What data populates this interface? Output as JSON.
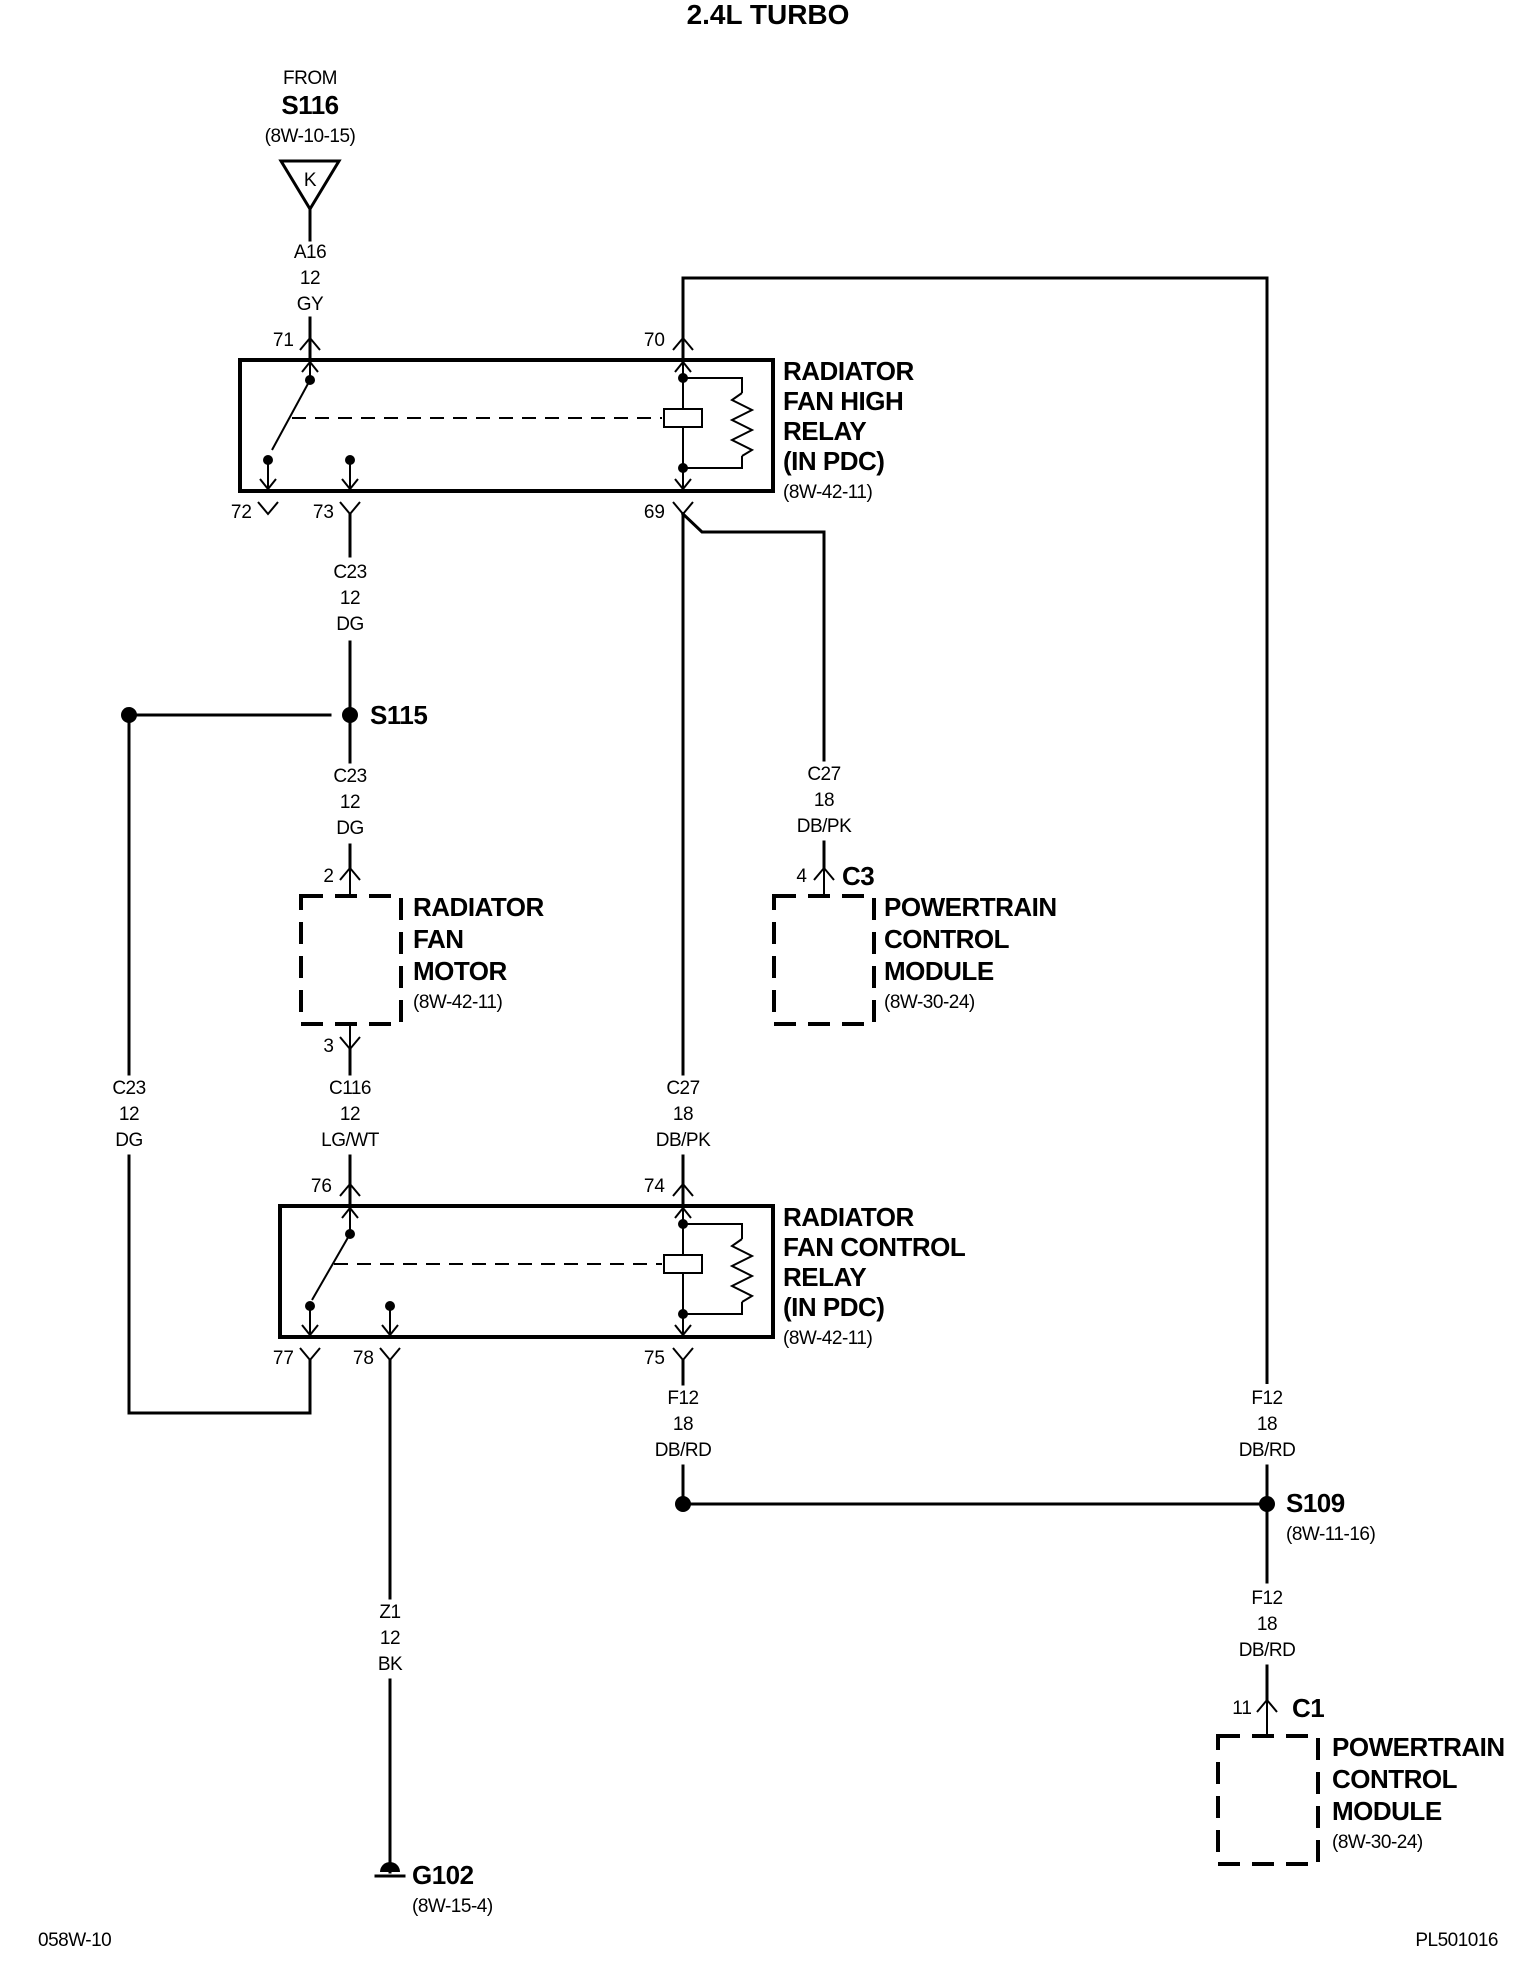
{
  "title": "2.4L TURBO",
  "from_block": {
    "from": "FROM",
    "splice": "S116",
    "ref": "(8W-10-15)",
    "connector_letter": "K"
  },
  "wires": {
    "a16": {
      "circuit": "A16",
      "gauge": "12",
      "color": "GY"
    },
    "c23_top": {
      "circuit": "C23",
      "gauge": "12",
      "color": "DG"
    },
    "c23_mid": {
      "circuit": "C23",
      "gauge": "12",
      "color": "DG"
    },
    "c23_left": {
      "circuit": "C23",
      "gauge": "12",
      "color": "DG"
    },
    "c27_right": {
      "circuit": "C27",
      "gauge": "18",
      "color": "DB/PK"
    },
    "c27_center": {
      "circuit": "C27",
      "gauge": "18",
      "color": "DB/PK"
    },
    "c116": {
      "circuit": "C116",
      "gauge": "12",
      "color": "LG/WT"
    },
    "f12_left": {
      "circuit": "F12",
      "gauge": "18",
      "color": "DB/RD"
    },
    "f12_right_top": {
      "circuit": "F12",
      "gauge": "18",
      "color": "DB/RD"
    },
    "f12_right_bottom": {
      "circuit": "F12",
      "gauge": "18",
      "color": "DB/RD"
    },
    "z1": {
      "circuit": "Z1",
      "gauge": "12",
      "color": "BK"
    }
  },
  "high_relay": {
    "line1": "RADIATOR",
    "line2": "FAN HIGH",
    "line3": "RELAY",
    "line4": "(IN PDC)",
    "ref": "(8W-42-11)",
    "pins": {
      "p71": "71",
      "p70": "70",
      "p72": "72",
      "p73": "73",
      "p69": "69"
    }
  },
  "control_relay": {
    "line1": "RADIATOR",
    "line2": "FAN CONTROL",
    "line3": "RELAY",
    "line4": "(IN PDC)",
    "ref": "(8W-42-11)",
    "pins": {
      "p76": "76",
      "p74": "74",
      "p77": "77",
      "p78": "78",
      "p75": "75"
    }
  },
  "fan_motor": {
    "line1": "RADIATOR",
    "line2": "FAN",
    "line3": "MOTOR",
    "ref": "(8W-42-11)",
    "pin_top": "2",
    "pin_bottom": "3"
  },
  "pcm_c3": {
    "connector": "C3",
    "pin": "4",
    "line1": "POWERTRAIN",
    "line2": "CONTROL",
    "line3": "MODULE",
    "ref": "(8W-30-24)"
  },
  "pcm_c1": {
    "connector": "C1",
    "pin": "11",
    "line1": "POWERTRAIN",
    "line2": "CONTROL",
    "line3": "MODULE",
    "ref": "(8W-30-24)"
  },
  "splices": {
    "s115": {
      "name": "S115"
    },
    "s109": {
      "name": "S109",
      "ref": "(8W-11-16)"
    }
  },
  "ground": {
    "name": "G102",
    "ref": "(8W-15-4)"
  },
  "footer": {
    "left": "058W-10",
    "right": "PL501016"
  }
}
